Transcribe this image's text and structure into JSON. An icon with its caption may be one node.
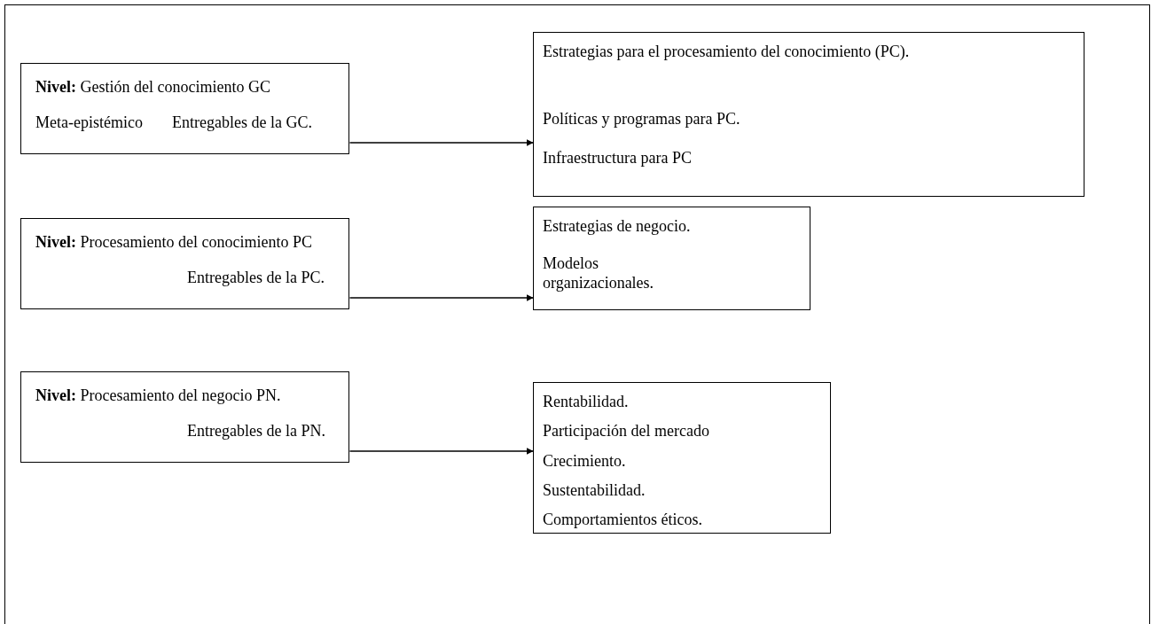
{
  "diagram": {
    "nodes": [
      {
        "text": [],
        "shape": "box"
      },
      {
        "text": [
          "**Nivel:** Gestión del conocimiento GC",
          "Meta-epistémico",
          "Entregables de la GC."
        ],
        "in": 0
      },
      {
        "text": [
          "Estrategias para el procesamiento del conocimiento (PC).",
          "Políticas y programas para PC.",
          "Infraestructura para PC"
        ],
        "in": 0
      },
      {
        "text": [
          "**Nivel:** Procesamiento del conocimiento PC",
          "Entregables de la PC."
        ],
        "in": 0
      },
      {
        "text": [
          "Estrategias de negocio.",
          "Modelos organizacionales."
        ],
        "in": 0
      },
      {
        "text": [
          "**Nivel:** Procesamiento del negocio PN.",
          "Entregables de la PN."
        ],
        "in": 0
      },
      {
        "text": [
          "Rentabilidad.",
          "Participación del mercado",
          "Crecimiento.",
          "Sustentabilidad.",
          "Comportamientos éticos."
        ],
        "in": 0
      }
    ],
    "edges": [
      {
        "from": 1,
        "to": 2,
        "arrow": "to"
      },
      {
        "from": 3,
        "to": 4,
        "arrow": "to"
      },
      {
        "from": 5,
        "to": 6,
        "arrow": "to"
      }
    ]
  }
}
